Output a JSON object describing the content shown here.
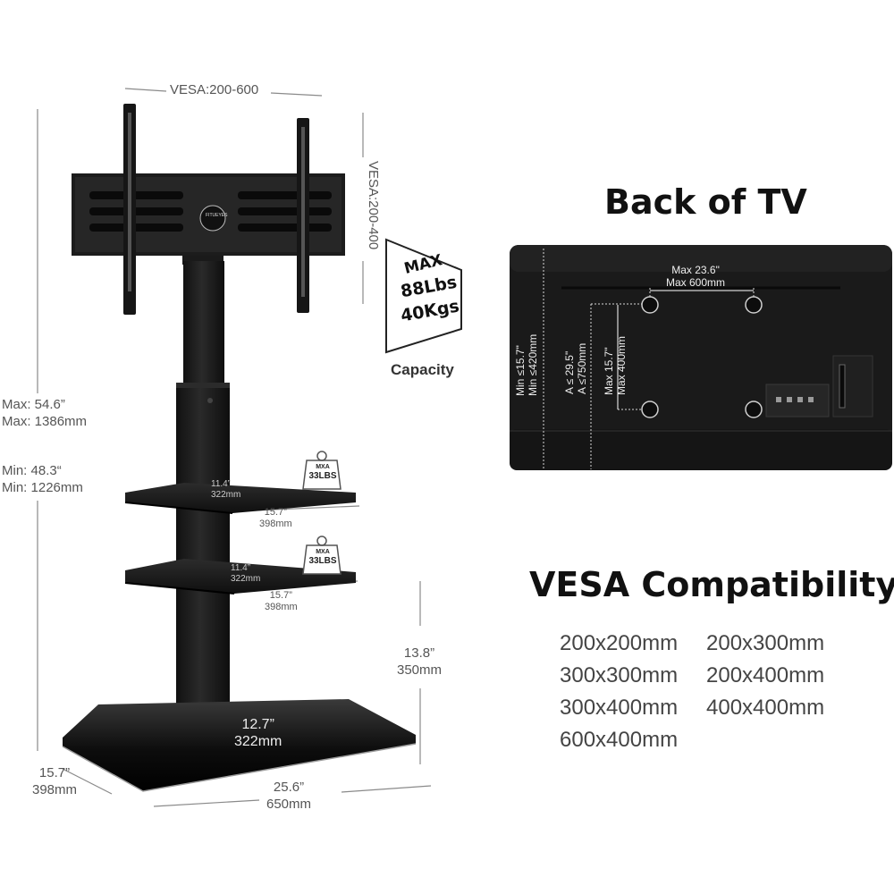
{
  "stand": {
    "vesa_top": "VESA:200-600",
    "vesa_side": "VESA:200-400",
    "logo_text": "FITUEYES",
    "capacity": {
      "line1": "MAX",
      "line2": "88Lbs",
      "line3": "40Kgs",
      "label": "Capacity"
    },
    "height_max": {
      "in": "Max: 54.6”",
      "mm": "Max: 1386mm"
    },
    "height_min": {
      "in": "Min: 48.3“",
      "mm": "Min: 1226mm"
    },
    "shelf_top": {
      "depth_in": "11.4”",
      "depth_mm": "322mm",
      "width_in": "15.7”",
      "width_mm": "398mm",
      "badge_top": "MXA",
      "badge_bottom": "33LBS"
    },
    "shelf_bottom": {
      "depth_in": "11.4”",
      "depth_mm": "322mm",
      "width_in": "15.7”",
      "width_mm": "398mm",
      "badge_top": "MXA",
      "badge_bottom": "33LBS"
    },
    "clearance": {
      "in": "13.8”",
      "mm": "350mm"
    },
    "base_depth_inner": {
      "in": "12.7”",
      "mm": "322mm"
    },
    "base_depth": {
      "in": "15.7”",
      "mm": "398mm"
    },
    "base_width": {
      "in": "25.6”",
      "mm": "650mm"
    }
  },
  "tv_back": {
    "title": "Back of TV",
    "max_width_in": "Max 23.6\"",
    "max_width_mm": "Max 600mm",
    "max_height_in": "Max 15.7\"",
    "max_height_mm": "Max 400mm",
    "a_in": "A ≤ 29.5\"",
    "a_mm": "A ≤750mm",
    "min_in": "Min ≤15.7\"",
    "min_mm": "Min ≤420mm"
  },
  "vesa_compat": {
    "title": "VESA Compatibility",
    "sizes": [
      "200x200mm",
      "200x300mm",
      "300x300mm",
      "200x400mm",
      "300x400mm",
      "400x400mm",
      "600x400mm"
    ]
  },
  "colors": {
    "stand_black": "#1c1c1c",
    "tv_black": "#1a1a1a",
    "dim_line": "#8a8a8a",
    "heading": "#111111"
  }
}
